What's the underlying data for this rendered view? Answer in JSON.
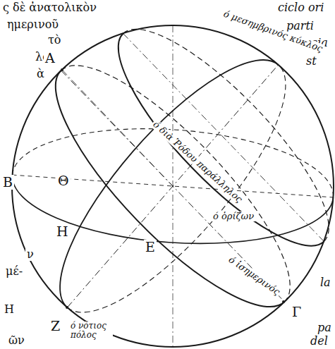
{
  "diagram": {
    "labels": [
      "ς δὲ ἀνατολικὸν",
      "ημερινοῦ",
      "τὸ",
      "λος",
      "ὰ",
      "ciclo ori",
      "parti",
      "sia",
      "st",
      "ό μεσημβρινός κύκλος",
      "Α",
      "Β",
      "Θ",
      "Η",
      "Ε",
      "Ζ",
      "Γ",
      "ό διὰ Ῥόδου παράλληλος",
      "ό ὁρίζων",
      "ό ἰσημερινός",
      "ό νότιος πόλος",
      "ν",
      "μέ-",
      "Η",
      "ῶν",
      "la",
      "pa",
      "del"
    ]
  }
}
